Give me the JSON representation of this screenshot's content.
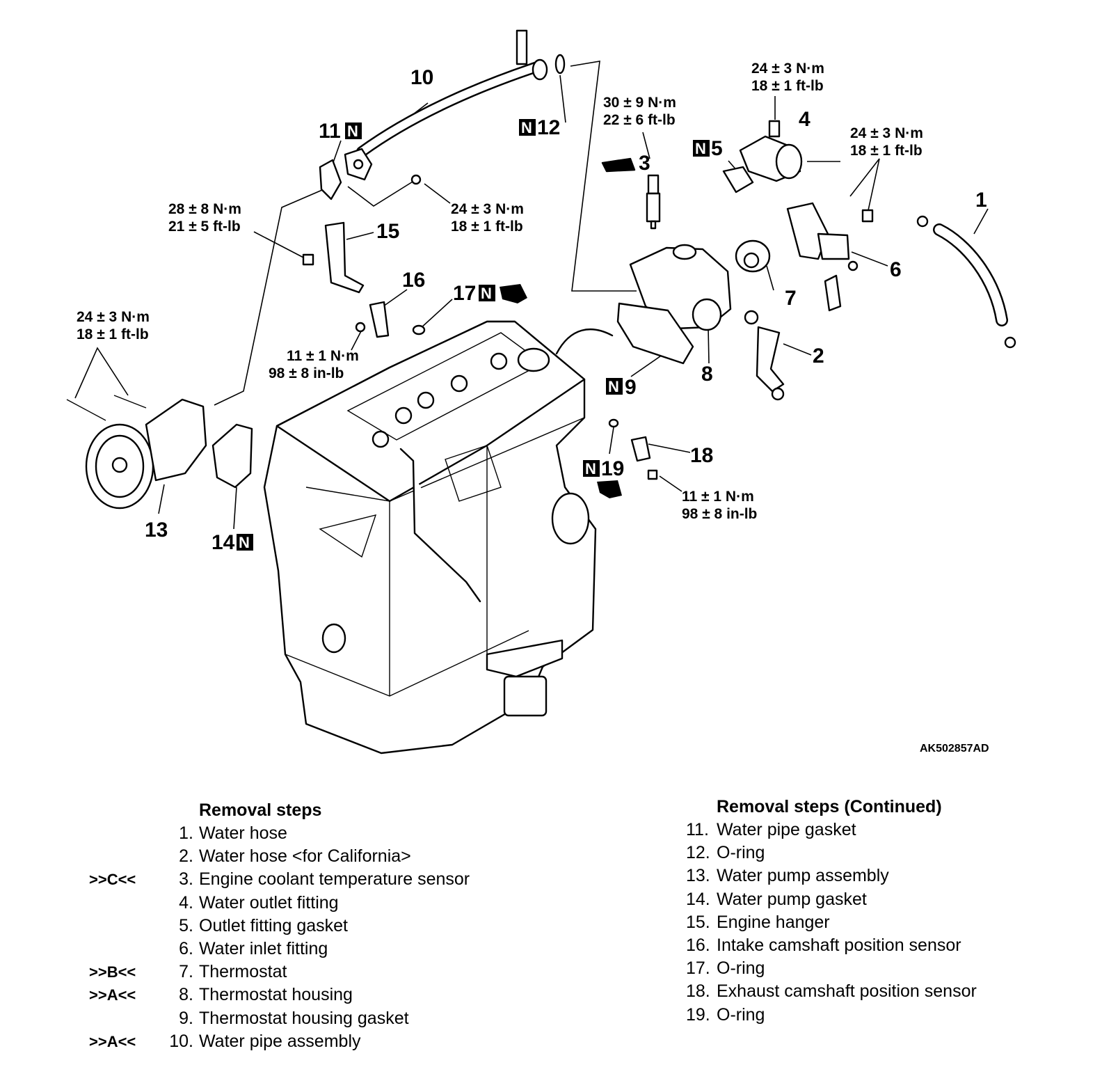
{
  "callouts": {
    "p1": "1",
    "p2": "2",
    "p3": "3",
    "p4": "4",
    "p5": "5",
    "p6": "6",
    "p7": "7",
    "p8": "8",
    "p9": "9",
    "p10": "10",
    "p11": "11",
    "p12": "12",
    "p13": "13",
    "p14": "14",
    "p15": "15",
    "p16": "16",
    "p17": "17",
    "p18": "18",
    "p19": "19",
    "n_mark": "N"
  },
  "torques": {
    "t4_nm": "24 ± 3 N·m",
    "t4_ft": "18 ± 1 ft-lb",
    "t3_nm": "30 ± 9 N·m",
    "t3_ft": "22 ± 6 ft-lb",
    "t6_nm": "24 ± 3 N·m",
    "t6_ft": "18 ± 1 ft-lb",
    "t15_nm": "28 ± 8 N·m",
    "t15_ft": "21 ± 5 ft-lb",
    "t10_nm": "24 ± 3 N·m",
    "t10_ft": "18 ± 1 ft-lb",
    "t13_nm": "24 ± 3 N·m",
    "t13_ft": "18 ± 1 ft-lb",
    "t16_nm": "11 ± 1 N·m",
    "t16_ft": "98 ± 8 in-lb",
    "t18_nm": "11 ± 1 N·m",
    "t18_ft": "98 ± 8 in-lb"
  },
  "figure_id": "AK502857AD",
  "removal_steps": {
    "title": "Removal steps",
    "items": [
      {
        "mark": "",
        "num": "1.",
        "text": "Water hose"
      },
      {
        "mark": "",
        "num": "2.",
        "text": "Water hose <for California>"
      },
      {
        "mark": ">>C<<",
        "num": "3.",
        "text": "Engine coolant temperature sensor"
      },
      {
        "mark": "",
        "num": "4.",
        "text": "Water outlet fitting"
      },
      {
        "mark": "",
        "num": "5.",
        "text": "Outlet fitting gasket"
      },
      {
        "mark": "",
        "num": "6.",
        "text": "Water inlet fitting"
      },
      {
        "mark": ">>B<<",
        "num": "7.",
        "text": "Thermostat"
      },
      {
        "mark": ">>A<<",
        "num": "8.",
        "text": "Thermostat housing"
      },
      {
        "mark": "",
        "num": "9.",
        "text": "Thermostat housing gasket"
      },
      {
        "mark": ">>A<<",
        "num": "10.",
        "text": "Water pipe assembly"
      }
    ]
  },
  "removal_steps_continued": {
    "title": "Removal steps (Continued)",
    "items": [
      {
        "num": "11.",
        "text": "Water pipe gasket"
      },
      {
        "num": "12.",
        "text": "O-ring"
      },
      {
        "num": "13.",
        "text": "Water pump assembly"
      },
      {
        "num": "14.",
        "text": "Water pump gasket"
      },
      {
        "num": "15.",
        "text": "Engine hanger"
      },
      {
        "num": "16.",
        "text": "Intake camshaft position sensor"
      },
      {
        "num": "17.",
        "text": "O-ring"
      },
      {
        "num": "18.",
        "text": "Exhaust camshaft position sensor"
      },
      {
        "num": "19.",
        "text": "O-ring"
      }
    ]
  }
}
